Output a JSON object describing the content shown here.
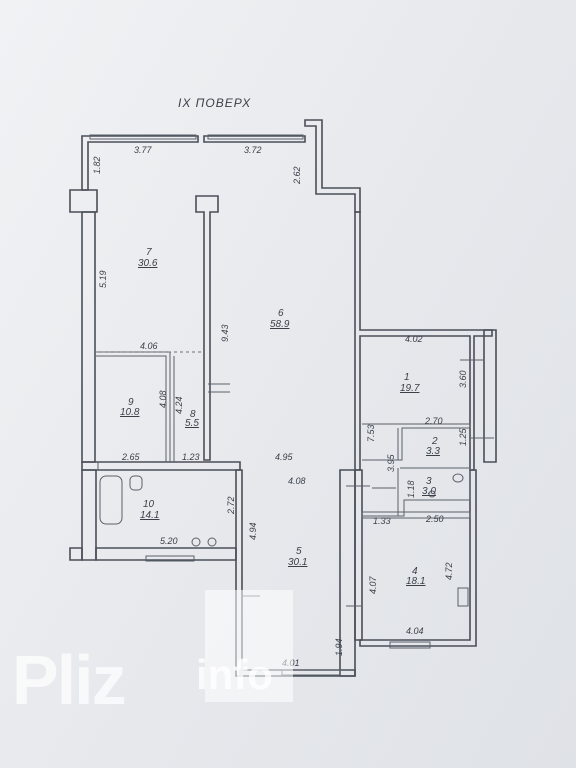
{
  "title": "IX ПОВЕРХ",
  "rooms": [
    {
      "id": "1",
      "area": "19.7"
    },
    {
      "id": "2",
      "area": "3.3"
    },
    {
      "id": "3",
      "area": "3.0"
    },
    {
      "id": "4",
      "area": "18.1"
    },
    {
      "id": "5",
      "area": "30.1"
    },
    {
      "id": "6",
      "area": "58.9"
    },
    {
      "id": "7",
      "area": "30.6"
    },
    {
      "id": "8",
      "area": "5.5"
    },
    {
      "id": "9",
      "area": "10.8"
    },
    {
      "id": "10",
      "area": "14.1"
    }
  ],
  "dimensions": [
    "3.77",
    "3.72",
    "1.82",
    "2.62",
    "5.19",
    "9.43",
    "4.06",
    "4.08",
    "4.24",
    "2.65",
    "1.23",
    "4.95",
    "4.02",
    "3.60",
    "7.53",
    "2.70",
    "1.25",
    "3.95",
    "1.18",
    "1.33",
    "2.50",
    "4.08",
    "2.72",
    "4.94",
    "5.20",
    "4.07",
    "4.72",
    "4.04",
    "1.94",
    "4.01"
  ],
  "watermark": {
    "main": "Pliz",
    "sub": "info"
  }
}
